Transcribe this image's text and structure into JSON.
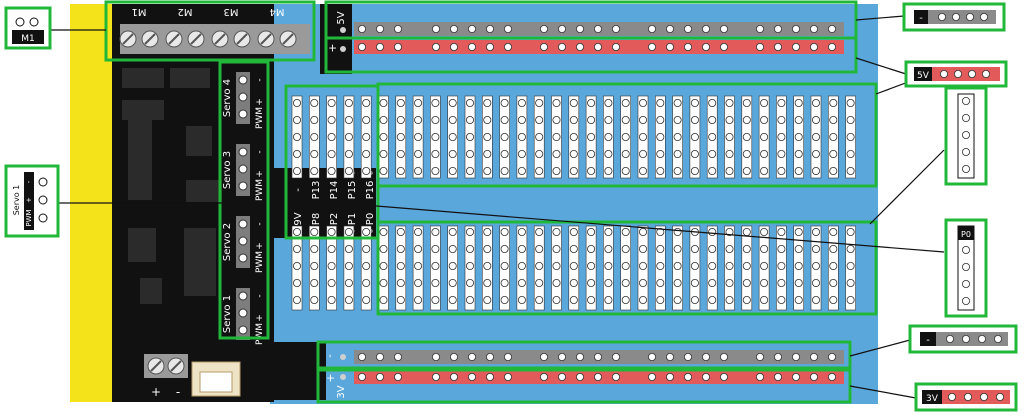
{
  "colors": {
    "board_blue": "#5aa7dc",
    "pcb_black": "#111111",
    "yellow_edge": "#f4e31a",
    "rail_red": "#e25a5a",
    "rail_gray": "#8a8a8a",
    "highlight_green": "#21b83a",
    "pin_white": "#ffffff"
  },
  "motor_labels": [
    "M1",
    "M2",
    "M3",
    "M4"
  ],
  "servo_labels": [
    "Servo 4",
    "Servo 3",
    "Servo 2",
    "Servo 1"
  ],
  "servo_pin_labels": [
    "-",
    "+",
    "PWM"
  ],
  "pin_header_row1": [
    "9V",
    "P8",
    "P2",
    "P1",
    "P0"
  ],
  "pin_header_row2": [
    "-",
    "P13",
    "P14",
    "P15",
    "P16"
  ],
  "power_labels": {
    "top_minus": "-",
    "top_plus": "+",
    "top_voltage": "5V",
    "bottom_minus": "-",
    "bottom_plus": "+",
    "bottom_voltage": "3V"
  },
  "terminal_labels": {
    "plus": "+",
    "minus": "-"
  },
  "callouts": {
    "m1": "M1",
    "servo1_name": "Servo 1",
    "servo1_pins": [
      "-",
      "+",
      "PWM"
    ],
    "gnd_top": "-",
    "v5": "5V",
    "p0": "P0",
    "gnd_bottom": "-",
    "v3": "3V"
  }
}
